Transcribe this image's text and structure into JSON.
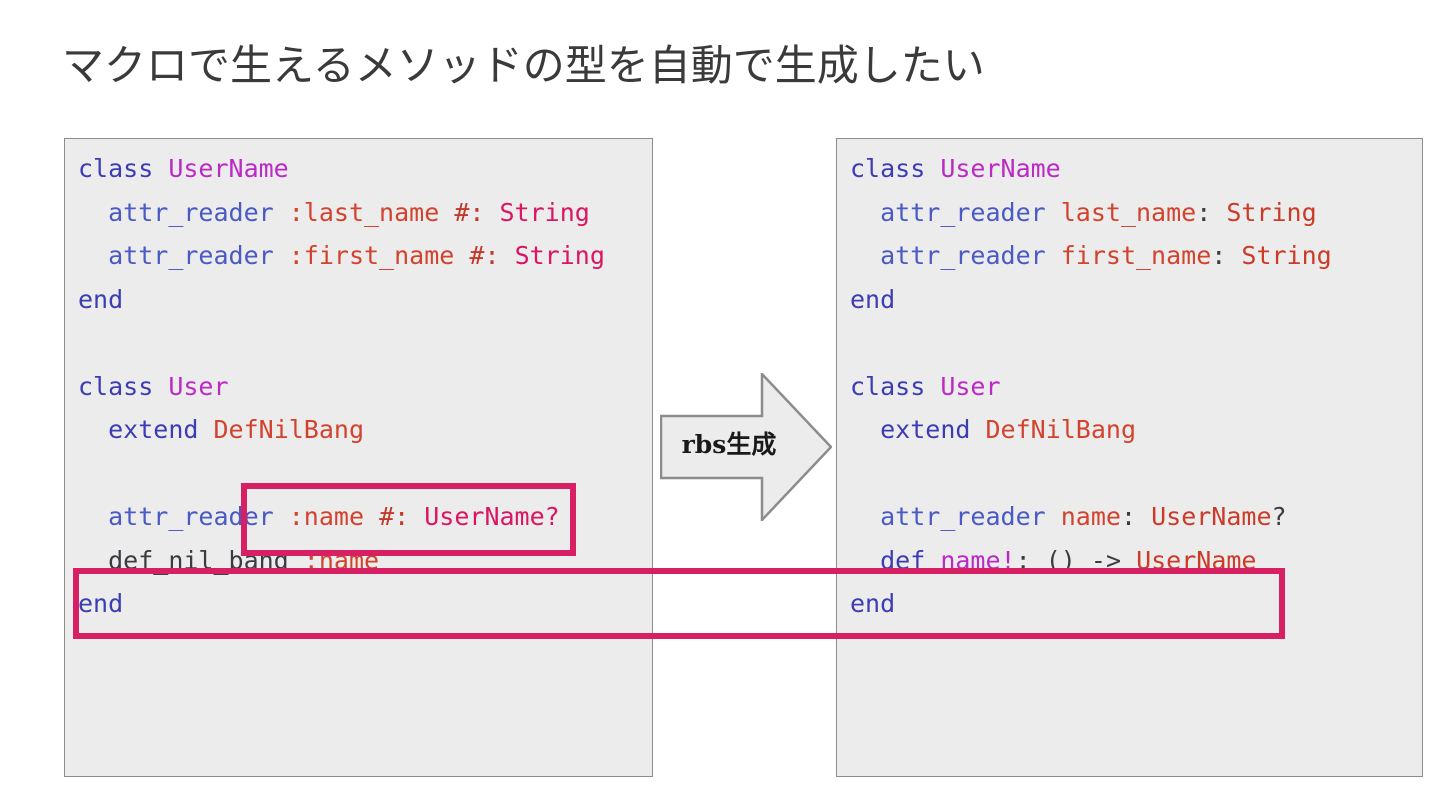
{
  "slide": {
    "title": "マクロで生えるメソッドの型を自動で生成したい",
    "background_color": "#ffffff"
  },
  "arrow": {
    "label": "rbs生成",
    "fill_color": "#ececec",
    "border_color": "#8c8c8c",
    "direction": "right"
  },
  "highlight": {
    "color": "#d71f63",
    "boxes": [
      {
        "name": "attr-reader-name-annotation",
        "panel": "left"
      },
      {
        "name": "def-nil-bang-to-rbs-method",
        "panel": "both"
      }
    ]
  },
  "panels": {
    "left": {
      "name": "ruby-source",
      "background_color": "#ececec",
      "border_color": "#8c8c8c",
      "lines": [
        {
          "tokens": [
            {
              "t": "class",
              "c": "kw"
            },
            {
              "t": " ",
              "c": "pln"
            },
            {
              "t": "UserName",
              "c": "cls"
            }
          ]
        },
        {
          "tokens": [
            {
              "t": "  ",
              "c": "pln"
            },
            {
              "t": "attr_reader",
              "c": "mth"
            },
            {
              "t": " ",
              "c": "pln"
            },
            {
              "t": ":last_name",
              "c": "sym"
            },
            {
              "t": " ",
              "c": "pln"
            },
            {
              "t": "#:",
              "c": "cmt"
            },
            {
              "t": " ",
              "c": "pln"
            },
            {
              "t": "String",
              "c": "typ"
            }
          ]
        },
        {
          "tokens": [
            {
              "t": "  ",
              "c": "pln"
            },
            {
              "t": "attr_reader",
              "c": "mth"
            },
            {
              "t": " ",
              "c": "pln"
            },
            {
              "t": ":first_name",
              "c": "sym"
            },
            {
              "t": " ",
              "c": "pln"
            },
            {
              "t": "#:",
              "c": "cmt"
            },
            {
              "t": " ",
              "c": "pln"
            },
            {
              "t": "String",
              "c": "typ"
            }
          ]
        },
        {
          "tokens": [
            {
              "t": "end",
              "c": "kw"
            }
          ]
        },
        {
          "tokens": []
        },
        {
          "tokens": [
            {
              "t": "class",
              "c": "kw"
            },
            {
              "t": " ",
              "c": "pln"
            },
            {
              "t": "User",
              "c": "cls"
            }
          ]
        },
        {
          "tokens": [
            {
              "t": "  ",
              "c": "pln"
            },
            {
              "t": "extend",
              "c": "kw"
            },
            {
              "t": " ",
              "c": "pln"
            },
            {
              "t": "DefNilBang",
              "c": "sym"
            }
          ]
        },
        {
          "tokens": []
        },
        {
          "tokens": [
            {
              "t": "  ",
              "c": "pln"
            },
            {
              "t": "attr_reader",
              "c": "mth"
            },
            {
              "t": " ",
              "c": "pln"
            },
            {
              "t": ":name",
              "c": "sym"
            },
            {
              "t": " ",
              "c": "pln"
            },
            {
              "t": "#:",
              "c": "cmt"
            },
            {
              "t": " ",
              "c": "pln"
            },
            {
              "t": "UserName?",
              "c": "typ"
            }
          ]
        },
        {
          "tokens": [
            {
              "t": "  ",
              "c": "pln"
            },
            {
              "t": "def_nil_bang",
              "c": "pln"
            },
            {
              "t": " ",
              "c": "pln"
            },
            {
              "t": ":name",
              "c": "sym"
            }
          ]
        },
        {
          "tokens": [
            {
              "t": "end",
              "c": "kw"
            }
          ]
        }
      ]
    },
    "right": {
      "name": "rbs-signature",
      "background_color": "#ececec",
      "border_color": "#8c8c8c",
      "lines": [
        {
          "tokens": [
            {
              "t": "class",
              "c": "kw"
            },
            {
              "t": " ",
              "c": "pln"
            },
            {
              "t": "UserName",
              "c": "cls"
            }
          ]
        },
        {
          "tokens": [
            {
              "t": "  ",
              "c": "pln"
            },
            {
              "t": "attr_reader",
              "c": "mth"
            },
            {
              "t": " ",
              "c": "pln"
            },
            {
              "t": "last_name",
              "c": "sym"
            },
            {
              "t": ":",
              "c": "pln"
            },
            {
              "t": " ",
              "c": "pln"
            },
            {
              "t": "String",
              "c": "typ2"
            }
          ]
        },
        {
          "tokens": [
            {
              "t": "  ",
              "c": "pln"
            },
            {
              "t": "attr_reader",
              "c": "mth"
            },
            {
              "t": " ",
              "c": "pln"
            },
            {
              "t": "first_name",
              "c": "sym"
            },
            {
              "t": ":",
              "c": "pln"
            },
            {
              "t": " ",
              "c": "pln"
            },
            {
              "t": "String",
              "c": "typ2"
            }
          ]
        },
        {
          "tokens": [
            {
              "t": "end",
              "c": "kw"
            }
          ]
        },
        {
          "tokens": []
        },
        {
          "tokens": [
            {
              "t": "class",
              "c": "kw"
            },
            {
              "t": " ",
              "c": "pln"
            },
            {
              "t": "User",
              "c": "cls"
            }
          ]
        },
        {
          "tokens": [
            {
              "t": "  ",
              "c": "pln"
            },
            {
              "t": "extend",
              "c": "kw"
            },
            {
              "t": " ",
              "c": "pln"
            },
            {
              "t": "DefNilBang",
              "c": "sym"
            }
          ]
        },
        {
          "tokens": []
        },
        {
          "tokens": [
            {
              "t": "  ",
              "c": "pln"
            },
            {
              "t": "attr_reader",
              "c": "mth"
            },
            {
              "t": " ",
              "c": "pln"
            },
            {
              "t": "name",
              "c": "sym"
            },
            {
              "t": ":",
              "c": "pln"
            },
            {
              "t": " ",
              "c": "pln"
            },
            {
              "t": "UserName",
              "c": "typ2"
            },
            {
              "t": "?",
              "c": "pln"
            }
          ]
        },
        {
          "tokens": [
            {
              "t": "  ",
              "c": "pln"
            },
            {
              "t": "def",
              "c": "kw"
            },
            {
              "t": " ",
              "c": "pln"
            },
            {
              "t": "name!",
              "c": "cls"
            },
            {
              "t": ":",
              "c": "pln"
            },
            {
              "t": " ",
              "c": "pln"
            },
            {
              "t": "()",
              "c": "pln"
            },
            {
              "t": " ",
              "c": "pln"
            },
            {
              "t": "->",
              "c": "pln"
            },
            {
              "t": " ",
              "c": "pln"
            },
            {
              "t": "UserName",
              "c": "typ2"
            }
          ]
        },
        {
          "tokens": [
            {
              "t": "end",
              "c": "kw"
            }
          ]
        }
      ]
    }
  }
}
